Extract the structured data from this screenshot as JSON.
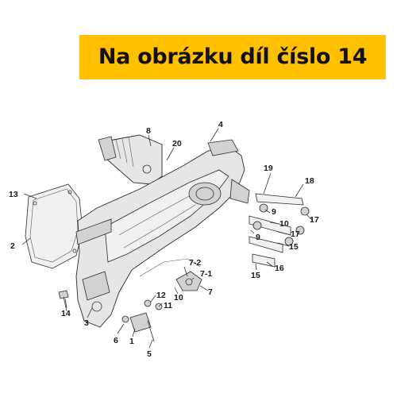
{
  "banner": {
    "text": "Na obrázku díl číslo 14",
    "background": "#FFC000"
  },
  "diagram": {
    "callouts": [
      {
        "id": "c8",
        "text": "8"
      },
      {
        "id": "c20",
        "text": "20"
      },
      {
        "id": "c4",
        "text": "4"
      },
      {
        "id": "c13",
        "text": "13"
      },
      {
        "id": "c19",
        "text": "19"
      },
      {
        "id": "c18",
        "text": "18"
      },
      {
        "id": "c17a",
        "text": "17"
      },
      {
        "id": "c9a",
        "text": "9"
      },
      {
        "id": "c10a",
        "text": "10"
      },
      {
        "id": "c17b",
        "text": "17"
      },
      {
        "id": "c9b",
        "text": "9"
      },
      {
        "id": "c15a",
        "text": "15"
      },
      {
        "id": "c2",
        "text": "2"
      },
      {
        "id": "c7-2",
        "text": "7-2"
      },
      {
        "id": "c7-1",
        "text": "7-1"
      },
      {
        "id": "c16",
        "text": "16"
      },
      {
        "id": "c15b",
        "text": "15"
      },
      {
        "id": "c7",
        "text": "7"
      },
      {
        "id": "c12",
        "text": "12"
      },
      {
        "id": "c10b",
        "text": "10"
      },
      {
        "id": "c11",
        "text": "11"
      },
      {
        "id": "c14",
        "text": "14"
      },
      {
        "id": "c3",
        "text": "3"
      },
      {
        "id": "c1",
        "text": "1"
      },
      {
        "id": "c6",
        "text": "6"
      },
      {
        "id": "c5",
        "text": "5"
      }
    ]
  }
}
